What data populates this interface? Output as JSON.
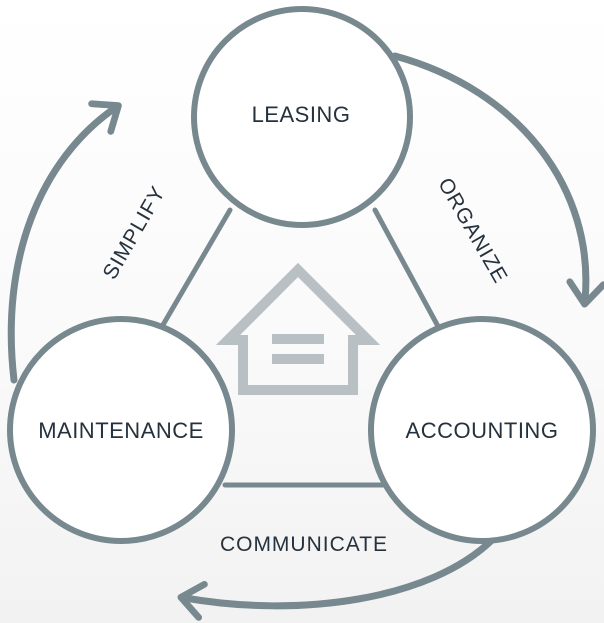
{
  "nodes": {
    "leasing": "LEASING",
    "accounting": "ACCOUNTING",
    "maintenance": "MAINTENANCE"
  },
  "edge_labels": {
    "simplify": "SIMPLIFY",
    "organize": "ORGANIZE",
    "communicate": "COMMUNICATE"
  },
  "colors": {
    "stroke": "#78888f",
    "icon": "#b9c0c4",
    "text": "#25323e",
    "circle_fill": "#ffffff"
  },
  "icons": {
    "center": "house-equal-icon"
  }
}
